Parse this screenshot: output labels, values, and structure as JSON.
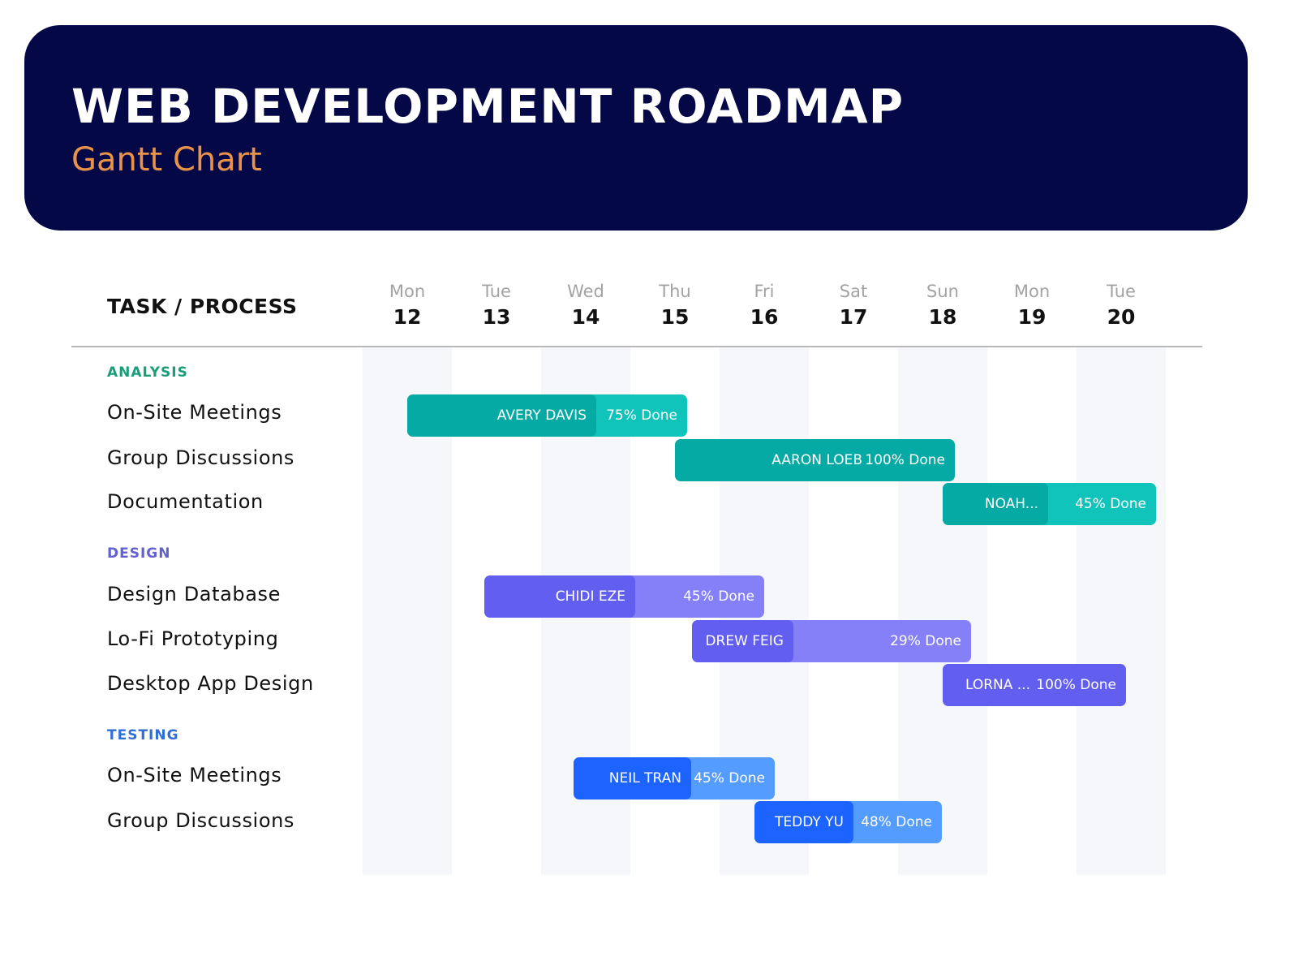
{
  "header": {
    "title": "WEB DEVELOPMENT ROADMAP",
    "subtitle": "Gantt Chart"
  },
  "table": {
    "task_column_label": "TASK / PROCESS"
  },
  "days": [
    {
      "name": "Mon",
      "num": "12"
    },
    {
      "name": "Tue",
      "num": "13"
    },
    {
      "name": "Wed",
      "num": "14"
    },
    {
      "name": "Thu",
      "num": "15"
    },
    {
      "name": "Fri",
      "num": "16"
    },
    {
      "name": "Sat",
      "num": "17"
    },
    {
      "name": "Sun",
      "num": "18"
    },
    {
      "name": "Mon",
      "num": "19"
    },
    {
      "name": "Tue",
      "num": "20"
    }
  ],
  "colors": {
    "header_bg": "#050847",
    "subtitle": "#e8924a",
    "analysis_label": "#1a9e7a",
    "design_label": "#6360d0",
    "testing_label": "#2f6fd8",
    "analysis_dark": "#06aaa4",
    "analysis_light": "#10c4bc",
    "design_dark": "#615ef0",
    "design_light": "#8580f8",
    "testing_dark": "#1c63ff",
    "testing_light": "#549cff",
    "stripe": "#f6f7fb"
  },
  "groups": [
    {
      "label": "ANALYSIS",
      "tasks": [
        {
          "name": "On-Site Meetings",
          "assignee": "AVERY DAVIS",
          "progress": "75% Done"
        },
        {
          "name": "Group Discussions",
          "assignee": "AARON LOEB",
          "progress": "100% Done"
        },
        {
          "name": "Documentation",
          "assignee": "NOAH...",
          "progress": "45% Done"
        }
      ]
    },
    {
      "label": "DESIGN",
      "tasks": [
        {
          "name": "Design Database",
          "assignee": "CHIDI EZE",
          "progress": "45% Done"
        },
        {
          "name": "Lo-Fi Prototyping",
          "assignee": "DREW FEIG",
          "progress": "29% Done"
        },
        {
          "name": "Desktop App Design",
          "assignee": "LORNA ...",
          "progress": "100% Done"
        }
      ]
    },
    {
      "label": "TESTING",
      "tasks": [
        {
          "name": "On-Site Meetings",
          "assignee": "NEIL TRAN",
          "progress": "45% Done"
        },
        {
          "name": "Group Discussions",
          "assignee": "TEDDY YU",
          "progress": "48% Done"
        }
      ]
    }
  ],
  "chart_data": {
    "type": "gantt",
    "title": "WEB DEVELOPMENT ROADMAP",
    "subtitle": "Gantt Chart",
    "x_axis": [
      "Mon 12",
      "Tue 13",
      "Wed 14",
      "Thu 15",
      "Fri 16",
      "Sat 17",
      "Sun 18",
      "Mon 19",
      "Tue 20"
    ],
    "grid": "alternating column stripes",
    "tasks": [
      {
        "group": "ANALYSIS",
        "task": "On-Site Meetings",
        "assignee": "AVERY DAVIS",
        "start_day": 12.5,
        "end_day": 15.6,
        "progress_pct": 75
      },
      {
        "group": "ANALYSIS",
        "task": "Group Discussions",
        "assignee": "AARON LOEB",
        "start_day": 15.5,
        "end_day": 18.6,
        "progress_pct": 100
      },
      {
        "group": "ANALYSIS",
        "task": "Documentation",
        "assignee": "NOAH...",
        "start_day": 18.5,
        "end_day": 20.9,
        "progress_pct": 45
      },
      {
        "group": "DESIGN",
        "task": "Design Database",
        "assignee": "CHIDI EZE",
        "start_day": 13.4,
        "end_day": 16.5,
        "progress_pct": 45
      },
      {
        "group": "DESIGN",
        "task": "Lo-Fi Prototyping",
        "assignee": "DREW FEIG",
        "start_day": 15.7,
        "end_day": 18.8,
        "progress_pct": 29
      },
      {
        "group": "DESIGN",
        "task": "Desktop App Design",
        "assignee": "LORNA ...",
        "start_day": 18.5,
        "end_day": 20.6,
        "progress_pct": 100
      },
      {
        "group": "TESTING",
        "task": "On-Site Meetings",
        "assignee": "NEIL TRAN",
        "start_day": 14.5,
        "end_day": 16.6,
        "progress_pct": 45
      },
      {
        "group": "TESTING",
        "task": "Group Discussions",
        "assignee": "TEDDY YU",
        "start_day": 16.5,
        "end_day": 18.6,
        "progress_pct": 48
      }
    ]
  }
}
